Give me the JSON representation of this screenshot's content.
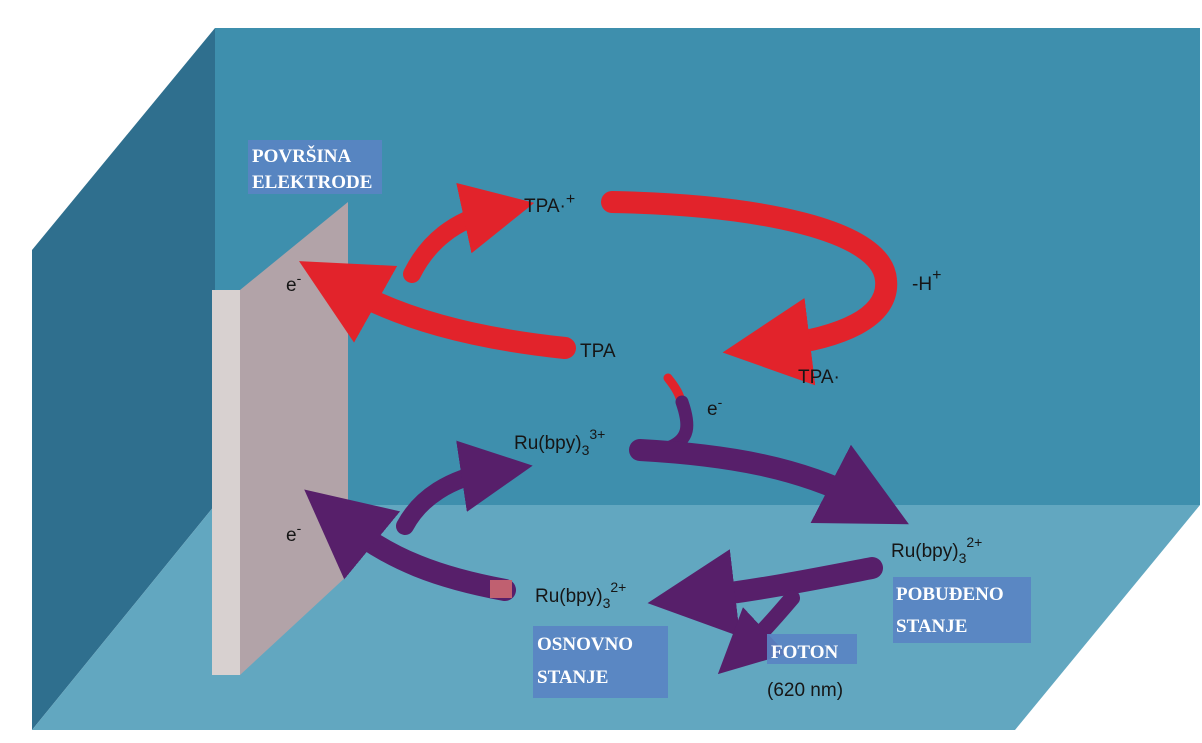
{
  "labels": {
    "electrode_surface_1": "POVRŠINA",
    "electrode_surface_2": "ELEKTRODE",
    "excited_state_1": "POBUĐENO",
    "excited_state_2": "STANJE",
    "ground_state_1": "OSNOVNO",
    "ground_state_2": "STANJE",
    "photon_1": "FOTON",
    "photon_2": "(620 nm)"
  },
  "species": {
    "tpa_cation_base": "TPA·",
    "tpa_cation_sup": "+",
    "tpa": "TPA",
    "tpa_radical": "TPA·",
    "deprotonation_base": "-H",
    "deprotonation_sup": "+",
    "electron_base": "e",
    "electron_sup": "-",
    "ru3_base": "Ru(bpy)",
    "ru3_sub": "3",
    "ru3_sup": "3+",
    "ru2_base": "Ru(bpy)",
    "ru2_sub": "3",
    "ru2_sup": "2+"
  },
  "colors": {
    "back_wall": "#3e8fad",
    "left_wall": "#2f6f8e",
    "floor": "#62a7c0",
    "electrode": "#b2a3a8",
    "electrode_edge": "#d8d1d0",
    "tpa_cycle_arrow": "#e2232b",
    "ru_cycle_arrow": "#571f6a",
    "label_box": "#5a84c3"
  }
}
